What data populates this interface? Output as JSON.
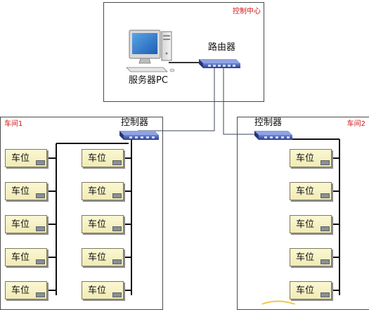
{
  "control_center": {
    "label": "控制中心"
  },
  "workshop1": {
    "label": "车间1"
  },
  "workshop2": {
    "label": "车间2"
  },
  "server": {
    "label": "服务器PC"
  },
  "router": {
    "label": "路由器"
  },
  "controllers": {
    "label": "控制器"
  },
  "stations": {
    "label": "车位"
  },
  "colors": {
    "region_label": "#d21414",
    "station_fill": "#f6f1c6",
    "device_blue": "#3550a8",
    "bus_line": "#111111",
    "link_line": "#3b4654"
  },
  "icons": {
    "server": "desktop-pc-icon",
    "router": "router-icon",
    "controller": "controller-device-icon"
  }
}
